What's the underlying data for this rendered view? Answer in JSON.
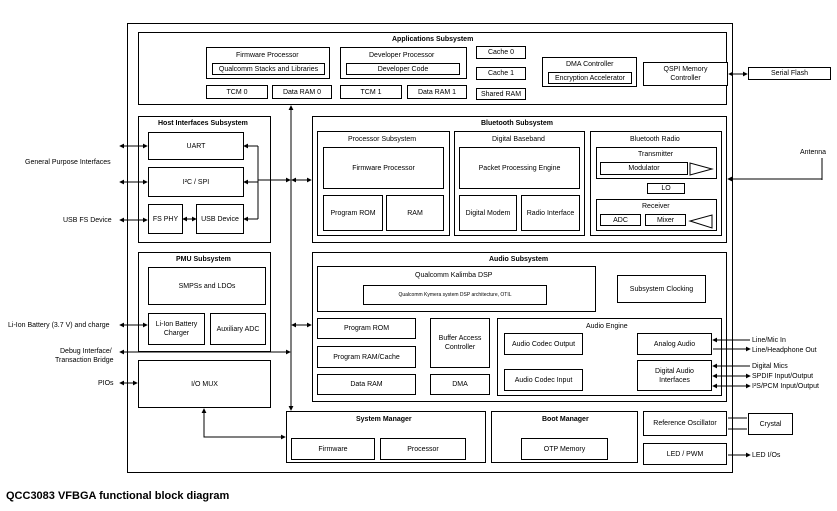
{
  "caption": "QCC3083 VFBGA functional block diagram",
  "apps": {
    "title": "Applications Subsystem",
    "fw_proc": "Firmware Processor",
    "qc_stacks": "Qualcomm Stacks and Libraries",
    "dev_proc": "Developer Processor",
    "dev_code": "Developer Code",
    "cache0": "Cache 0",
    "cache1": "Cache 1",
    "shared_ram": "Shared RAM",
    "tcm0": "TCM 0",
    "dataram0": "Data RAM 0",
    "tcm1": "TCM 1",
    "dataram1": "Data RAM 1",
    "dma": "DMA Controller",
    "enc": "Encryption Accelerator",
    "qspi": "QSPI Memory Controller"
  },
  "host": {
    "title": "Host Interfaces Subsystem",
    "uart": "UART",
    "i2c": "I²C / SPI",
    "fsphy": "FS PHY",
    "usbdev": "USB Device"
  },
  "bt": {
    "title": "Bluetooth Subsystem",
    "proc_title": "Processor Subsystem",
    "fw_proc": "Firmware Processor",
    "prog_rom": "Program ROM",
    "ram": "RAM",
    "dbb_title": "Digital Baseband",
    "ppe": "Packet Processing Engine",
    "dmodem": "Digital Modem",
    "radio_if": "Radio Interface",
    "radio_title": "Bluetooth Radio",
    "tx": "Transmitter",
    "modulator": "Modulator",
    "lo": "LO",
    "rx": "Receiver",
    "adc": "ADC",
    "mixer": "Mixer"
  },
  "pmu": {
    "title": "PMU Subsystem",
    "smps": "SMPSs and LDOs",
    "liion": "Li-Ion Battery Charger",
    "aux_adc": "Auxiliary ADC"
  },
  "iomux": "I/O MUX",
  "audio": {
    "title": "Audio Subsystem",
    "kalimba": "Qualcomm Kalimba DSP",
    "kymera": "Qualcomm Kymera system DSP architecture, OTIL",
    "clocking": "Subsystem Clocking",
    "prog_rom": "Program ROM",
    "prog_ram": "Program RAM/Cache",
    "data_ram": "Data RAM",
    "bac": "Buffer Access Controller",
    "dma": "DMA",
    "engine_title": "Audio Engine",
    "codec_out": "Audio Codec Output",
    "codec_in": "Audio Codec Input",
    "analog": "Analog Audio",
    "digital": "Digital Audio Interfaces"
  },
  "sysmgr": {
    "title": "System Manager",
    "firmware": "Firmware",
    "processor": "Processor"
  },
  "bootmgr": {
    "title": "Boot Manager",
    "otp": "OTP Memory"
  },
  "refosc": "Reference Oscillator",
  "ledpwm": "LED / PWM",
  "external": {
    "gpi": "General Purpose Interfaces",
    "usbfs": "USB FS Device",
    "liion_batt": "Li-Ion Battery (3.7 V) and charge",
    "debug1": "Debug Interface/",
    "debug2": "Transaction Bridge",
    "pios": "PIOs",
    "serial_flash": "Serial Flash",
    "antenna": "Antenna",
    "line_in": "Line/Mic In",
    "line_out": "Line/Headphone Out",
    "dmics": "Digital Mics",
    "spdif": "SPDIF Input/Output",
    "pcm": "I²S/PCM Input/Output",
    "crystal": "Crystal",
    "led_io": "LED I/Os"
  }
}
